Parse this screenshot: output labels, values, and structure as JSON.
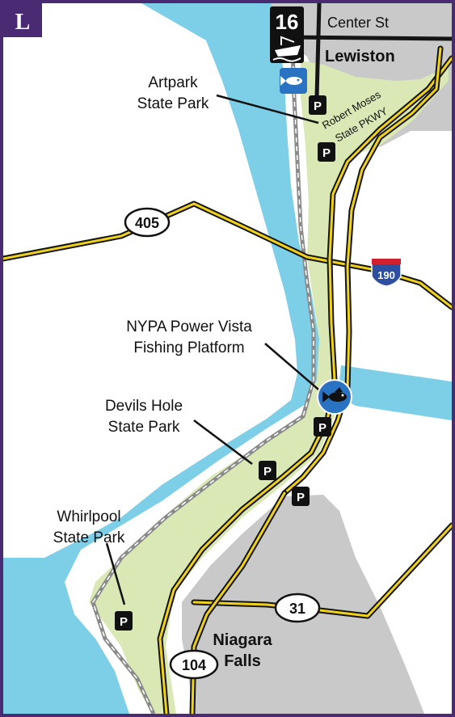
{
  "map_letter": "L",
  "colors": {
    "frame": "#4a2a72",
    "water": "#7dcfe8",
    "park": "#d9e8b4",
    "urban": "#c9c9c9",
    "road_fill": "#f1d21a",
    "road_outline": "#151515",
    "trail": "#8a8a8a",
    "fishing_marker": "#2a73c2",
    "interstate_red": "#d3202e",
    "interstate_blue": "#2d4ea1"
  },
  "cities": {
    "lewiston": "Lewiston",
    "niagara_falls_line1": "Niagara",
    "niagara_falls_line2": "Falls"
  },
  "streets": {
    "center_st": "Center St",
    "parkway_line1": "Robert Moses",
    "parkway_line2": "State PKWY"
  },
  "places": {
    "artpark_line1": "Artpark",
    "artpark_line2": "State Park",
    "nypa_line1": "NYPA Power Vista",
    "nypa_line2": "Fishing Platform",
    "devils_line1": "Devils Hole",
    "devils_line2": "State Park",
    "whirlpool_line1": "Whirlpool",
    "whirlpool_line2": "State Park"
  },
  "routes": {
    "site_number": "16",
    "r405": "405",
    "i190": "190",
    "r31": "31",
    "r104": "104"
  },
  "parking_label": "P",
  "icons": [
    "boat-launch-icon",
    "fishing-icon",
    "parking-icon",
    "interstate-shield-icon",
    "route-shield-icon"
  ]
}
